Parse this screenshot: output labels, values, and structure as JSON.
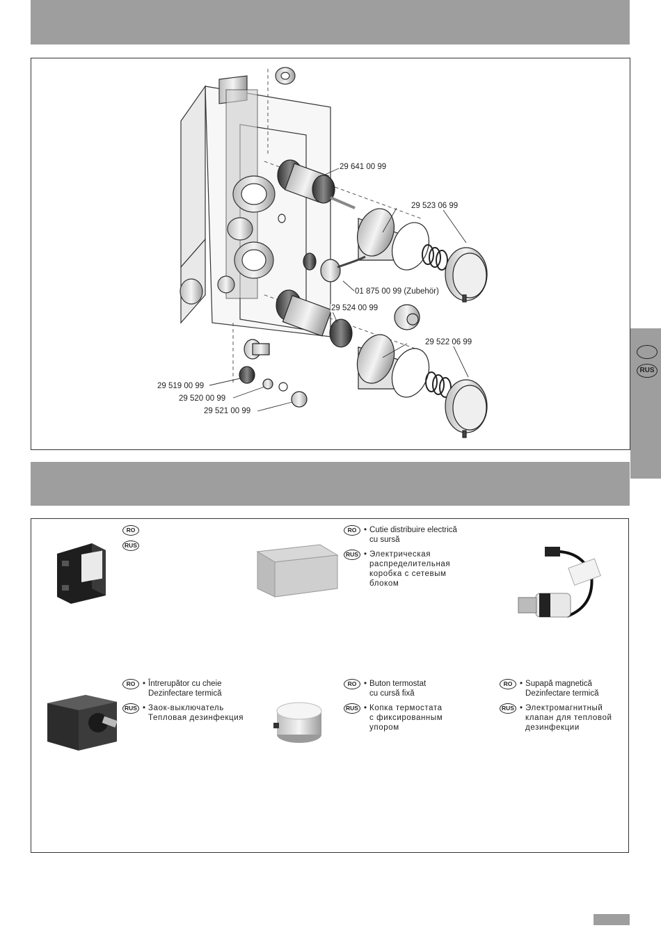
{
  "side_tab": {
    "badges": [
      "",
      "RUS"
    ]
  },
  "diagram": {
    "part_numbers": {
      "p1": "29 641 00 99",
      "p2": "29 523 06 99",
      "p3": "01 875 00 99 (Zubehör)",
      "p4": "29 524 00 99",
      "p5": "29 522 06 99",
      "p6": "29 519 00 99",
      "p7": "29 520 00 99",
      "p8": "29 521 00 99"
    }
  },
  "accessories": [
    {
      "id": "power-supply",
      "ro_badge": "RO",
      "ro_text": "",
      "rus_badge": "RUS",
      "rus_text": ""
    },
    {
      "id": "distribution-box",
      "ro_badge": "RO",
      "ro_text": "Cutie distribuire electrică\n cu sursă",
      "rus_badge": "RUS",
      "rus_text": "Электрическая\nраспределительная\nкоробка с сетевым\nблоком"
    },
    {
      "id": "key-switch",
      "ro_badge": "RO",
      "ro_text": "Întrerupător cu cheie\n Dezinfectare termică",
      "rus_badge": "RUS",
      "rus_text": "Заок-выключатель\n Тепловая дезинфекция"
    },
    {
      "id": "thermostat-knob",
      "ro_badge": "RO",
      "ro_text": "Buton termostat\n cu cursă fixă",
      "rus_badge": "RUS",
      "rus_text": "Копка термостата\nс фиксированным\nупором"
    },
    {
      "id": "magnetic-valve",
      "ro_badge": "RO",
      "ro_text": "Supapă magnetică\n Dezinfectare termică",
      "rus_badge": "RUS",
      "rus_text": "Электромагнитный\nклапан для тепловой\nдезинфекции"
    }
  ],
  "bullet": "•"
}
